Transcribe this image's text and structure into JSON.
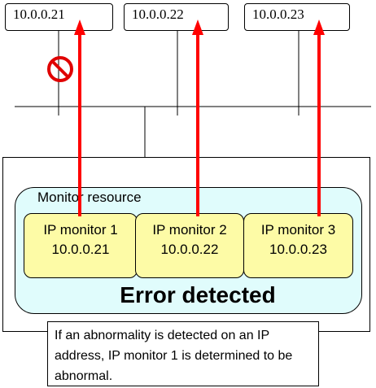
{
  "ip_addresses": [
    {
      "label": "10.0.0.21"
    },
    {
      "label": "10.0.0.22"
    },
    {
      "label": "10.0.0.23"
    }
  ],
  "monitor_resource": {
    "label": "Monitor resource",
    "monitors": [
      {
        "name": "IP monitor 1",
        "ip": "10.0.0.21"
      },
      {
        "name": "IP monitor 2",
        "ip": "10.0.0.22"
      },
      {
        "name": "IP monitor 3",
        "ip": "10.0.0.23"
      }
    ]
  },
  "status": {
    "text": "Error detected"
  },
  "note": {
    "text": "If an abnormality is detected on an IP address, IP monitor 1 is determined to be abnormal."
  },
  "icons": {
    "unreachable": "prohibited-icon"
  },
  "colors": {
    "arrow": "#ff0000",
    "monitor_fill": "#fdfba6",
    "resource_fill": "#e0fcfc",
    "prohibited": "#e00000"
  }
}
